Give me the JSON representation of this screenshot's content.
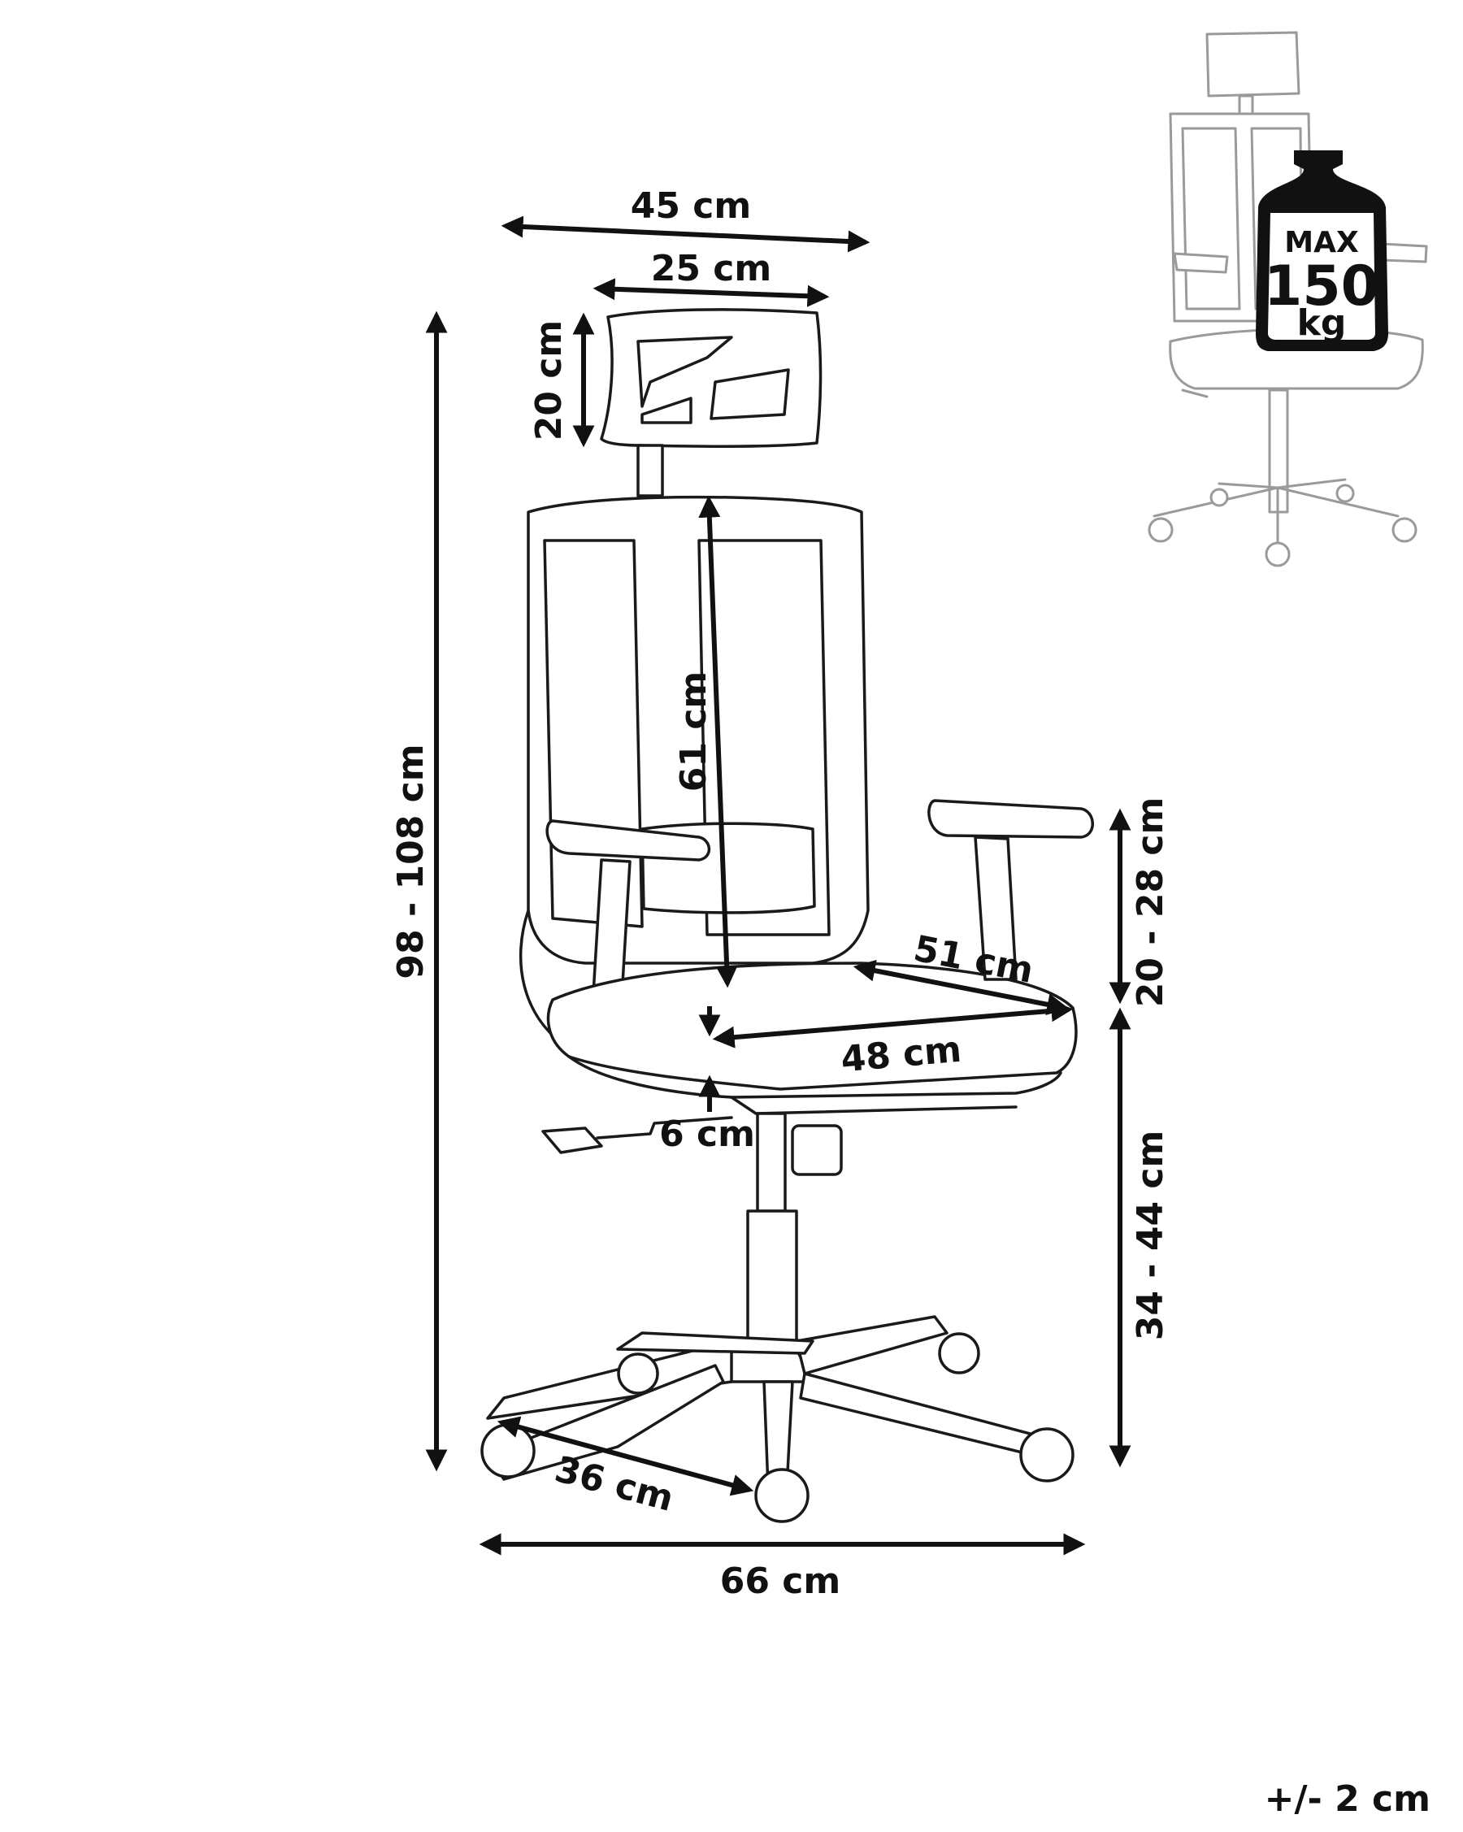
{
  "dimensions": {
    "overall_width_top": "45 cm",
    "headrest_width": "25 cm",
    "headrest_height": "20 cm",
    "total_height": "98 - 108 cm",
    "backrest_height": "61 cm",
    "armrest_height": "20 - 28 cm",
    "seat_depth": "51 cm",
    "seat_width": "48 cm",
    "seat_thickness": "6 cm",
    "seat_height": "34 - 44 cm",
    "base_leg": "36 cm",
    "base_width": "66 cm"
  },
  "load_badge": {
    "line1": "MAX",
    "line2": "150",
    "line3": "kg"
  },
  "tolerance": "+/- 2 cm",
  "colors": {
    "ink": "#111111",
    "faint": "#9a9a9a"
  }
}
